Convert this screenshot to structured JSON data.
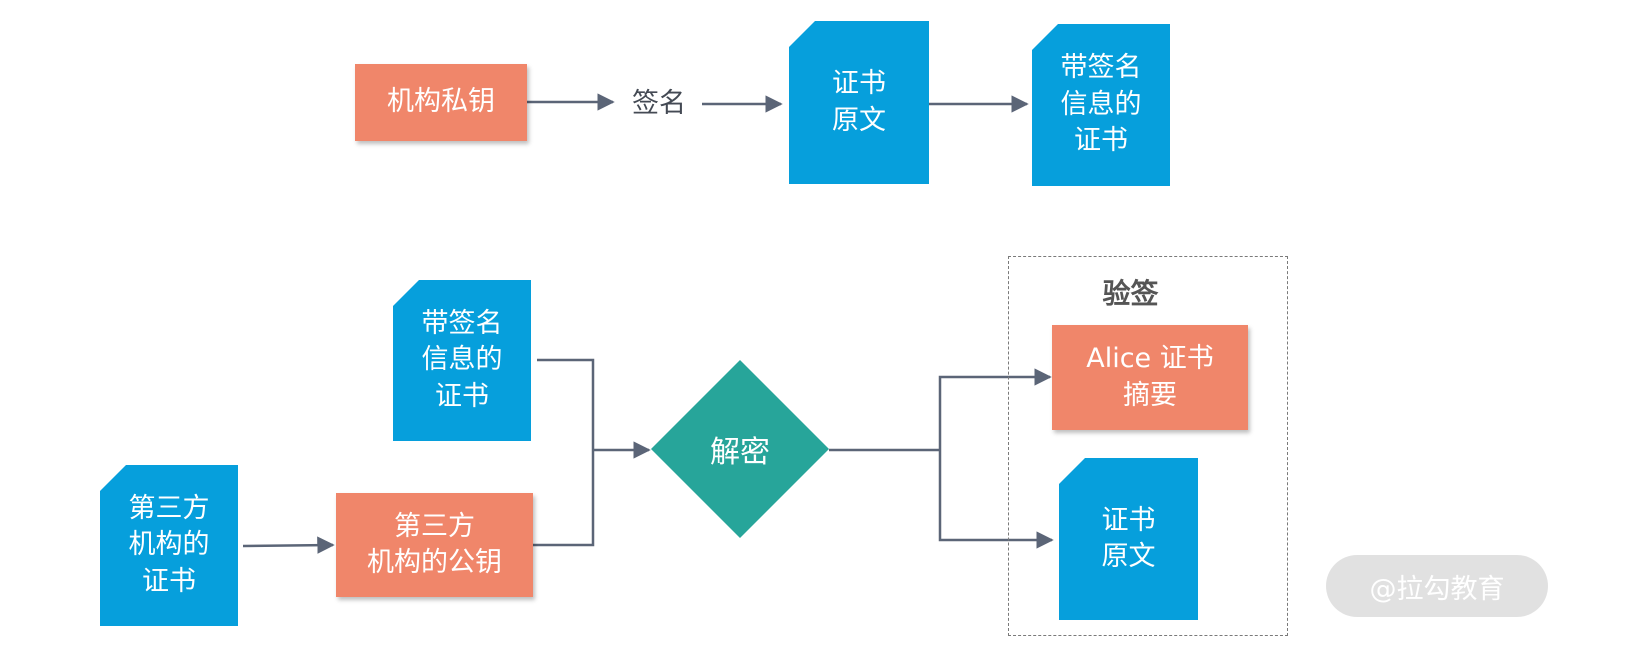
{
  "colors": {
    "orange": "#f0866a",
    "blue": "#069fdc",
    "teal": "#27a59a",
    "line": "#5b6577",
    "dash": "#7a7a7a",
    "text_dark": "#444a54"
  },
  "signing": {
    "private_key": "机构私钥",
    "sign_label": "签名",
    "cert_original": "证书\n原文",
    "signed_cert": "带签名\n信息的\n证书"
  },
  "verify": {
    "signed_cert": "带签名\n信息的\n证书",
    "third_party_cert": "第三方\n机构的\n证书",
    "public_key": "第三方\n机构的公钥",
    "decrypt": "解密",
    "group_title": "验签",
    "digest": "Alice 证书\n摘要",
    "cert_original": "证书\n原文"
  },
  "watermark": "@拉勾教育"
}
